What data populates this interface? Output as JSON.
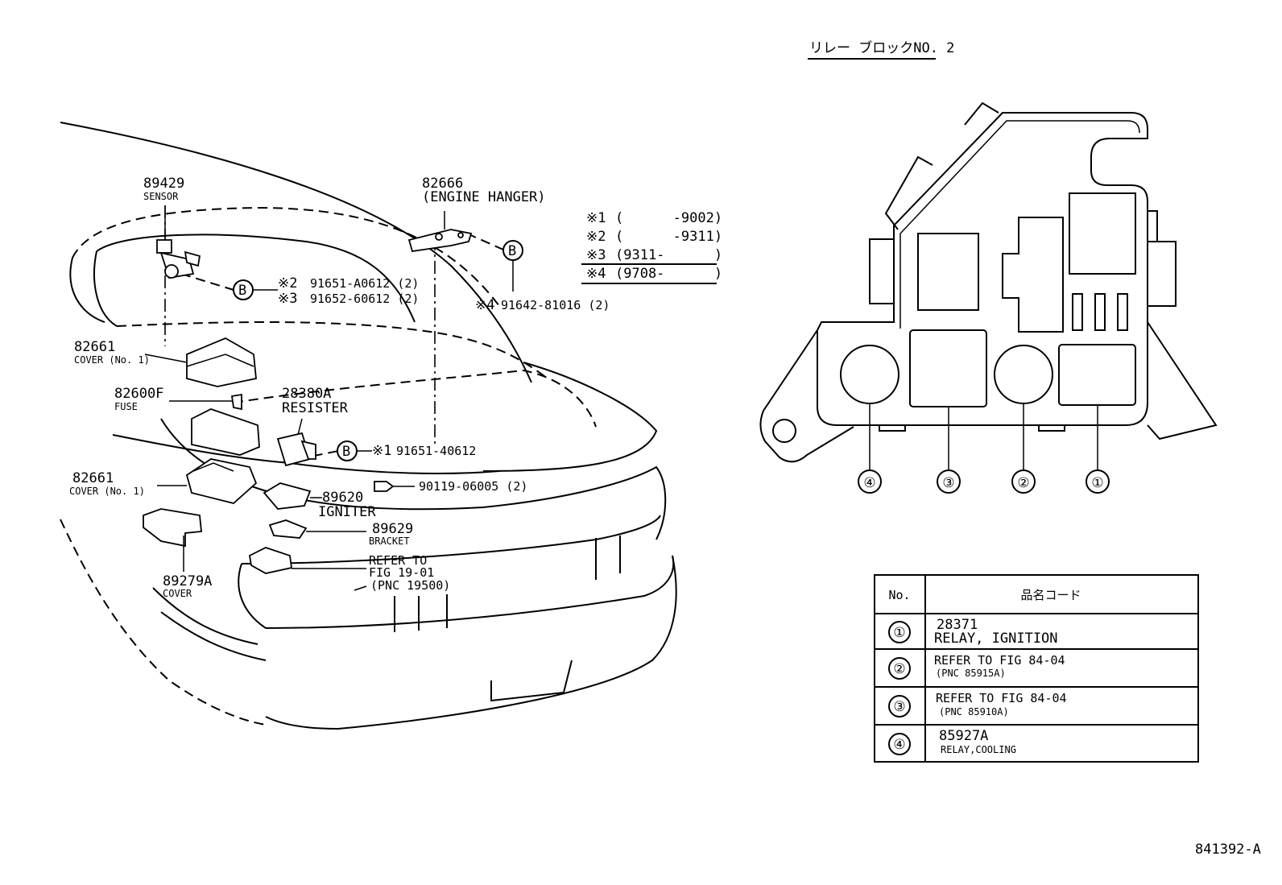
{
  "relay_block_title": "リレー ブロックNO. 2",
  "callout_b": "B",
  "applicability": [
    {
      "mark": "※1",
      "range": "(      -9002)"
    },
    {
      "mark": "※2",
      "range": "(      -9311)"
    },
    {
      "mark": "※3",
      "range": "(9311-      )"
    },
    {
      "mark": "※4",
      "range": "(9708-      )"
    }
  ],
  "parts": {
    "sensor": {
      "number": "89429",
      "name": "SENSOR"
    },
    "engine_hanger": {
      "number": "82666",
      "name": "(ENGINE HANGER)"
    },
    "cover_top": {
      "number": "82661",
      "name": "COVER (No. 1)"
    },
    "fuse": {
      "number": "82600F",
      "name": "FUSE"
    },
    "resister": {
      "number": "28380A",
      "name": "RESISTER"
    },
    "cover_mid": {
      "number": "82661",
      "name": "COVER (No. 1)"
    },
    "igniter": {
      "number": "89620",
      "name": "IGNITER"
    },
    "bracket": {
      "number": "89629",
      "name": "BRACKET"
    },
    "cover_bottom": {
      "number": "89279A",
      "name": "COVER"
    },
    "refer": {
      "line1": "REFER TO",
      "line2": "FIG 19-01",
      "line3": "(PNC 19500)"
    }
  },
  "bolts": {
    "b1_mark": "※2",
    "b1_part": "91651-A0612 (2)",
    "b2_mark": "※3",
    "b2_part": "91652-60612 (2)",
    "b3_mark": "※4",
    "b3_part": "91642-81016 (2)",
    "b4_mark": "※1",
    "b4_part": "91651-40612",
    "b5_part": "90119-06005 (2)"
  },
  "relay_positions": [
    "④",
    "③",
    "②",
    "①"
  ],
  "relay_table": {
    "header_no": "No.",
    "header_name": "品名コード",
    "rows": [
      {
        "no": "①",
        "line1": "28371",
        "line2": "RELAY, IGNITION"
      },
      {
        "no": "②",
        "line1": "REFER TO FIG 84-04",
        "line2": "(PNC 85915A)"
      },
      {
        "no": "③",
        "line1": "REFER TO FIG 84-04",
        "line2": "(PNC 85910A)"
      },
      {
        "no": "④",
        "line1": "85927A",
        "line2": "RELAY,COOLING"
      }
    ]
  },
  "figure_id": "841392-A"
}
